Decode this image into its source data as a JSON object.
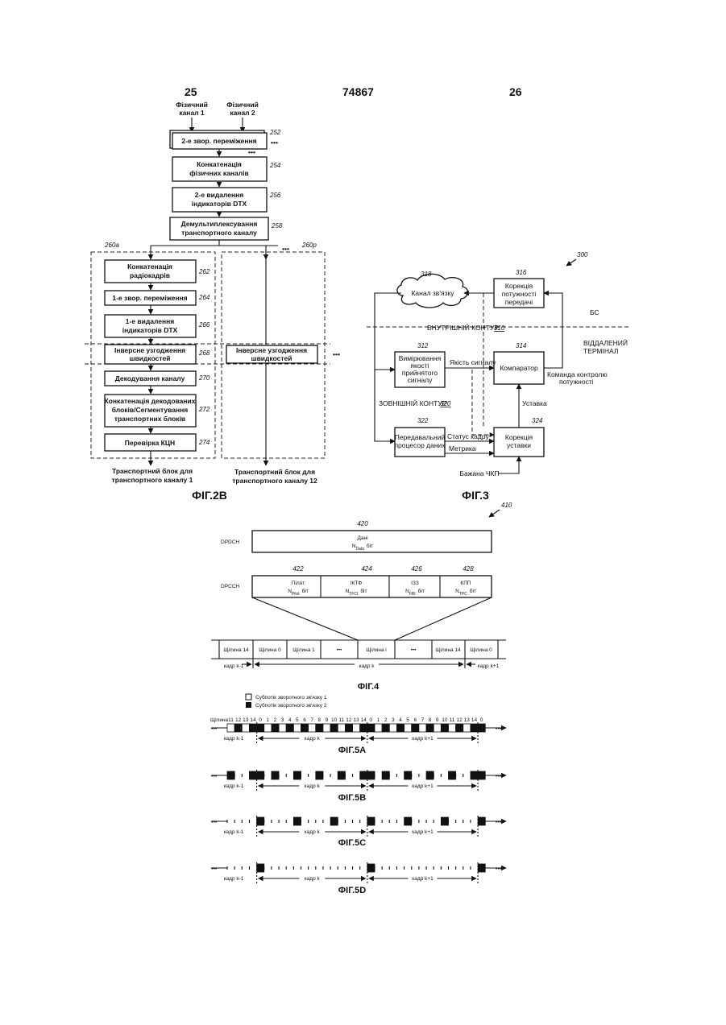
{
  "header": {
    "left_page": "25",
    "patent_number": "74867",
    "right_page": "26"
  },
  "fig2b": {
    "input1": [
      "Фізичний",
      "канал 1"
    ],
    "input2": [
      "Фізичний",
      "канал 2"
    ],
    "ellipsis": "•••",
    "blocks_top": [
      {
        "lines": [
          "2-е звор. переміження"
        ],
        "ref": "252"
      },
      {
        "lines": [
          "Конкатенація",
          "фізичних каналів"
        ],
        "ref": "254"
      },
      {
        "lines": [
          "2-е видалення",
          "індикаторів DTX"
        ],
        "ref": "256"
      },
      {
        "lines": [
          "Демультиплексування",
          "транспортного каналу"
        ],
        "ref": "258"
      }
    ],
    "group_a_ref": "260a",
    "group_p_ref": "260p",
    "blocks_a": [
      {
        "lines": [
          "Конкатенація",
          "радіокадрів"
        ],
        "ref": "262"
      },
      {
        "lines": [
          "1-е звор. переміження"
        ],
        "ref": "264"
      },
      {
        "lines": [
          "1-е видалення",
          "індикаторів DTX"
        ],
        "ref": "266"
      },
      {
        "lines": [
          "Інверсне узгодження",
          "швидкостей"
        ],
        "ref": "268"
      },
      {
        "lines": [
          "Декодування каналу"
        ],
        "ref": "270"
      },
      {
        "lines": [
          "Конкатенація декодованих",
          "блоків/Сегментування",
          "транспортних блоків"
        ],
        "ref": "272"
      },
      {
        "lines": [
          "Перевірка КЦН"
        ],
        "ref": "274"
      }
    ],
    "block_p": [
      "Інверсне узгодження",
      "швидкостей"
    ],
    "out_a": [
      "Транспортний блок для",
      "транспортного каналу 1"
    ],
    "out_p": [
      "Транспортний блок для",
      "транспортного каналу 12"
    ],
    "caption": "ФІГ.2В"
  },
  "fig3": {
    "ref": "300",
    "channel": {
      "label": "Канал зв'язку",
      "ref": "318"
    },
    "tx_power": {
      "lines": [
        "Корекція",
        "потужності",
        "передачі"
      ],
      "ref": "316"
    },
    "bs_label": "БС",
    "inner_loop": "ВНУТРІШНІЙ КОНТУР",
    "inner_ref": "310",
    "remote_label": [
      "ВІДДАЛЕНИЙ",
      "ТЕРМІНАЛ"
    ],
    "measure": {
      "lines": [
        "Вимірювання",
        "якості",
        "прийнятого",
        "сигналу"
      ],
      "ref": "312"
    },
    "signal_quality": "Якість сигналу",
    "comparator": {
      "label": "Компаратор",
      "ref": "314"
    },
    "power_cmd": [
      "Команда контролю",
      "потужності"
    ],
    "outer_loop": "ЗОВНІШНІЙ КОНТУР",
    "outer_ref": "320",
    "setpoint": "Уставка",
    "processor": {
      "lines": [
        "Передавальний",
        "процесор даних"
      ],
      "ref": "322"
    },
    "frame_status": "Статус кадру",
    "metric": "Метрика",
    "setpoint_adj": {
      "lines": [
        "Корекція",
        "уставки"
      ],
      "ref": "324"
    },
    "target_fer": "Бажана ЧКП",
    "caption": "ФІГ.3"
  },
  "fig4": {
    "ref": "410",
    "dpdch": "DPDCH",
    "dpcch": "DPCCH",
    "data": {
      "title": "Дані",
      "bits": "N",
      "sub": "Data",
      "suffix": "біт",
      "ref": "420"
    },
    "fields": [
      {
        "title": "Пілот",
        "bits": "N",
        "sub": "Pilot",
        "suffix": "біт",
        "ref": "422"
      },
      {
        "title": "ІКТФ",
        "bits": "N",
        "sub": "TFCI",
        "suffix": "біт",
        "ref": "424"
      },
      {
        "title": "ІЗЗ",
        "bits": "N",
        "sub": "FBI",
        "suffix": "біт",
        "ref": "426"
      },
      {
        "title": "КПП",
        "bits": "N",
        "sub": "TPC",
        "suffix": "біт",
        "ref": "428"
      }
    ],
    "slots": [
      "Щілина 14",
      "Щілина 0",
      "Щілина 1",
      "•••",
      "Щілина і",
      "•••",
      "Щілина 14",
      "Щілина 0"
    ],
    "frames": [
      "кадр k-1",
      "кадр k",
      "кадр k+1"
    ],
    "caption": "ФІГ.4"
  },
  "fig5": {
    "legend": [
      "Субпотік зворотного зв'язку 1",
      "Субпотік зворотного зв'язку 2"
    ],
    "slot_label": "Щілина",
    "slot_numbers": [
      "11",
      "12",
      "13",
      "14",
      "0",
      "1",
      "2",
      "3",
      "4",
      "5",
      "6",
      "7",
      "8",
      "9",
      "10",
      "11",
      "12",
      "13",
      "14",
      "0",
      "1",
      "2",
      "3",
      "4",
      "5",
      "6",
      "7",
      "8",
      "9",
      "10",
      "11",
      "12",
      "13",
      "14",
      "0"
    ],
    "frames": [
      "кадр k-1",
      "кадр k",
      "кадр k+1"
    ],
    "ellipsis": "•••",
    "captions": [
      "ФІГ.5А",
      "ФІГ.5В",
      "ФІГ.5С",
      "ФІГ.5D"
    ]
  }
}
